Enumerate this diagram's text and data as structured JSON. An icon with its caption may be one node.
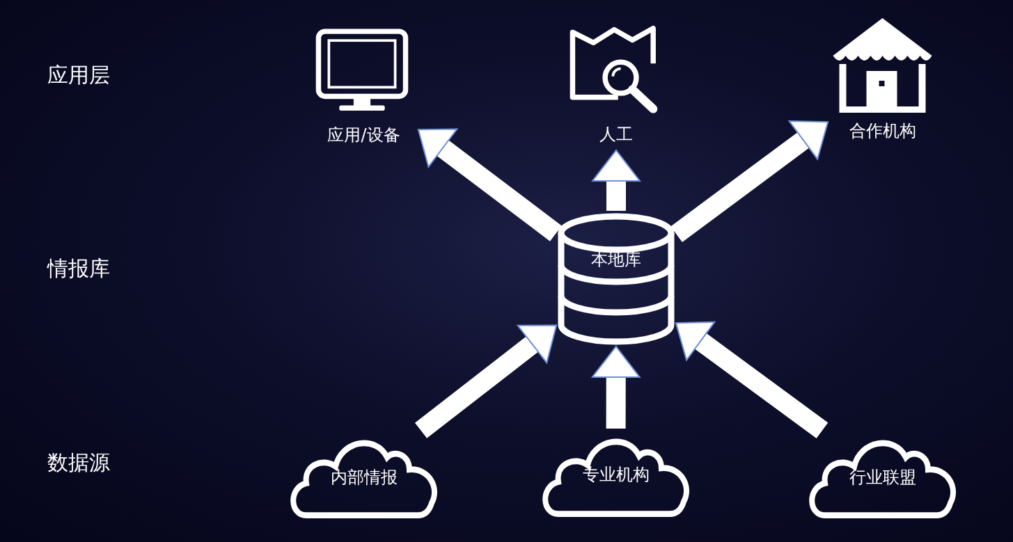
{
  "diagram": {
    "nodes": [
      {
        "text": [
          "应用/设备"
        ]
      },
      {
        "text": [
          "人工"
        ]
      },
      {
        "text": [
          "合作机构"
        ]
      },
      {
        "text": [
          "本地库"
        ]
      },
      {
        "text": [
          "内部情报"
        ]
      },
      {
        "text": [
          "专业机构"
        ]
      },
      {
        "text": [
          "行业联盟"
        ]
      }
    ],
    "edges": [
      {
        "from": 3,
        "to": 0,
        "arrow": "to"
      },
      {
        "from": 3,
        "to": 1,
        "arrow": "to"
      },
      {
        "from": 3,
        "to": 2,
        "arrow": "to"
      },
      {
        "from": 4,
        "to": 3,
        "arrow": "to"
      },
      {
        "from": 5,
        "to": 3,
        "arrow": "to"
      },
      {
        "from": 6,
        "to": 3,
        "arrow": "to"
      }
    ],
    "labels": [
      "应用层",
      "情报库",
      "数据源"
    ]
  }
}
